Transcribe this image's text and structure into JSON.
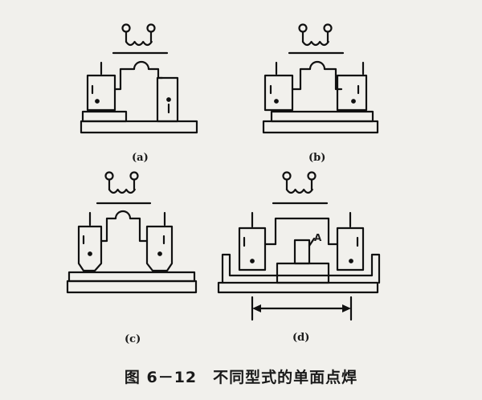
{
  "figure": {
    "caption": "图 6－12　不同型式的单面点焊",
    "panels": [
      {
        "id": "a",
        "label": "(a)"
      },
      {
        "id": "b",
        "label": "(b)"
      },
      {
        "id": "c",
        "label": "(c)"
      },
      {
        "id": "d",
        "label": "(d)"
      }
    ],
    "callout_a": "A"
  }
}
